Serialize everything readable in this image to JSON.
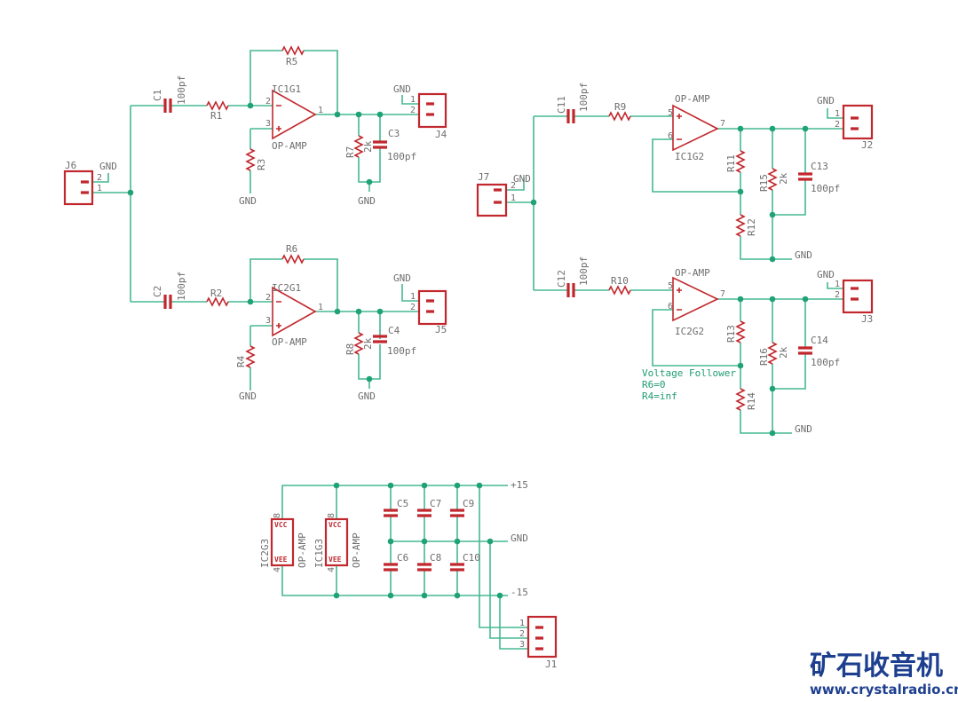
{
  "circuit1": {
    "connector_in": "J6",
    "gnd_in": "GND",
    "pin1": "1",
    "pin2": "2",
    "c_in": "C1",
    "c_in_value": "100pf",
    "r_in": "R1",
    "r_fb": "R5",
    "opamp": "IC1G1",
    "opamp_type": "OP-AMP",
    "pin_inv": "2",
    "pin_noninv": "3",
    "pin_out": "1",
    "r_bias": "R3",
    "gnd_bias": "GND",
    "r_load": "R7",
    "r_load_value": "2k",
    "c_load": "C3",
    "c_load_value": "100pf",
    "gnd_load": "GND",
    "connector_out": "J4",
    "gnd_out": "GND",
    "out_pin1": "1",
    "out_pin2": "2"
  },
  "circuit2": {
    "c_in": "C2",
    "c_in_value": "100pf",
    "r_in": "R2",
    "r_fb": "R6",
    "opamp": "IC2G1",
    "opamp_type": "OP-AMP",
    "pin_inv": "2",
    "pin_noninv": "3",
    "pin_out": "1",
    "r_bias": "R4",
    "gnd_bias": "GND",
    "r_load": "R8",
    "r_load_value": "2k",
    "c_load": "C4",
    "c_load_value": "100pf",
    "gnd_load": "GND",
    "connector_out": "J5",
    "gnd_out": "GND",
    "out_pin1": "1",
    "out_pin2": "2"
  },
  "circuit3": {
    "connector_in": "J7",
    "gnd_in": "GND",
    "pin1": "1",
    "pin2": "2",
    "c_in": "C11",
    "c_in_value": "100pf",
    "r_in": "R9",
    "opamp": "IC1G2",
    "opamp_type": "OP-AMP",
    "pin_noninv": "5",
    "pin_inv": "6",
    "pin_out": "7",
    "r_fb": "R11",
    "r_gnd": "R12",
    "r_load": "R15",
    "r_load_value": "2k",
    "c_load": "C13",
    "c_load_value": "100pf",
    "gnd_load": "GND",
    "connector_out": "J2",
    "gnd_out": "GND",
    "out_pin1": "1",
    "out_pin2": "2"
  },
  "circuit4": {
    "c_in": "C12",
    "c_in_value": "100pf",
    "r_in": "R10",
    "opamp": "IC2G2",
    "opamp_type": "OP-AMP",
    "pin_noninv": "5",
    "pin_inv": "6",
    "pin_out": "7",
    "r_fb": "R13",
    "r_gnd": "R14",
    "r_load": "R16",
    "r_load_value": "2k",
    "c_load": "C14",
    "c_load_value": "100pf",
    "gnd_load": "GND",
    "connector_out": "J3",
    "gnd_out": "GND",
    "out_pin1": "1",
    "out_pin2": "2",
    "note": [
      "Voltage Follower",
      "R6=0",
      "R4=inf"
    ]
  },
  "power": {
    "pos_rail": "+15",
    "gnd_rail": "GND",
    "neg_rail": "-15",
    "ic_a": "IC2G3",
    "ic_b": "IC1G3",
    "ic_type": "OP-AMP",
    "vcc": "VCC",
    "vee": "VEE",
    "pin_vcc": "8",
    "pin_vee": "4",
    "caps_top": [
      "C5",
      "C7",
      "C9"
    ],
    "caps_bottom": [
      "C6",
      "C8",
      "C10"
    ],
    "connector": "J1",
    "pins": [
      "1",
      "2",
      "3"
    ]
  },
  "watermark": {
    "title": "矿石收音机",
    "url": "www.crystalradio.cn"
  },
  "colors": {
    "wire": "#45b894",
    "part": "#c1272d",
    "junction": "#1fa374",
    "text": "#6e6e6e",
    "watermark": "#1d3f8f"
  }
}
